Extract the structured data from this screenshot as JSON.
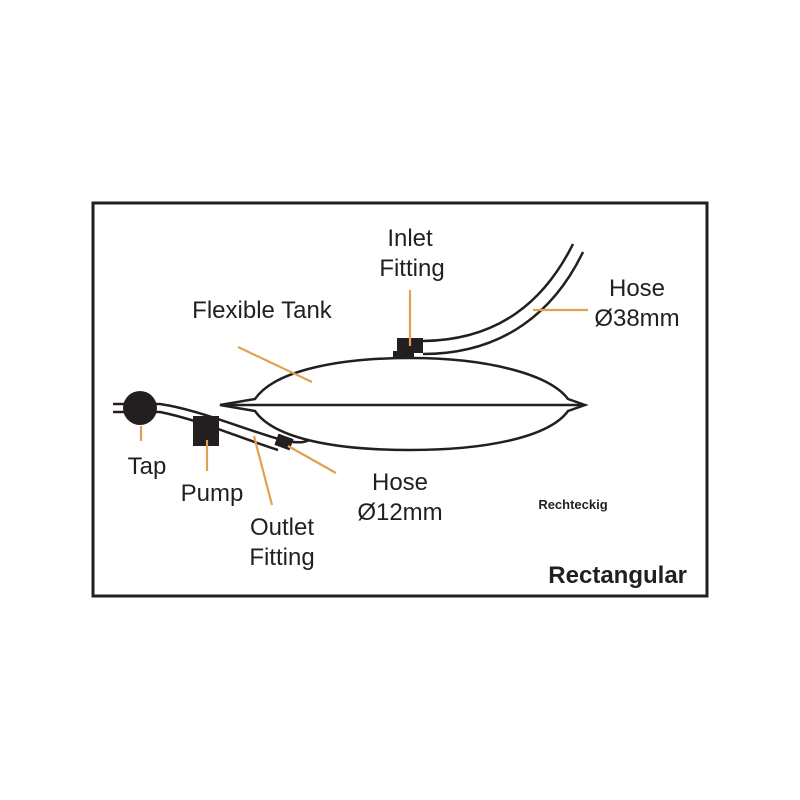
{
  "labels": {
    "inlet_fitting_1": "Inlet",
    "inlet_fitting_2": "Fitting",
    "hose_large_1": "Hose",
    "hose_large_2": "Ø38mm",
    "flexible_tank": "Flexible Tank",
    "tap": "Tap",
    "pump": "Pump",
    "outlet_fitting_1": "Outlet",
    "outlet_fitting_2": "Fitting",
    "hose_small_1": "Hose",
    "hose_small_2": "Ø12mm",
    "german_caption": "Rechteckig",
    "shape_caption": "Rectangular"
  },
  "colors": {
    "leader": "#e3a04f",
    "line": "#231f20"
  }
}
